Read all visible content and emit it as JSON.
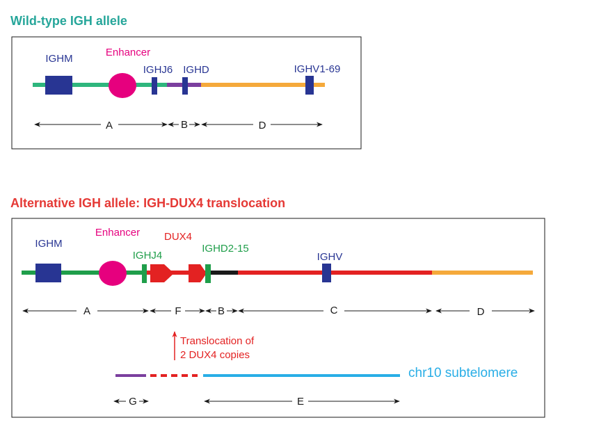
{
  "colors": {
    "teal_title": "#26a69a",
    "red_title": "#e53935",
    "green_line": "#2eb67d",
    "green_dark": "#1f9e4a",
    "navy": "#283593",
    "magenta": "#e6007e",
    "purple": "#7b3f9e",
    "orange": "#f5a93b",
    "red": "#e32222",
    "black": "#1a1a1a",
    "cyan": "#29aee6",
    "green_gene": "#1f9e4a"
  },
  "wildtype": {
    "title": "Wild-type IGH allele",
    "labels": {
      "ighm": "IGHM",
      "enhancer": "Enhancer",
      "ighj6": "IGHJ6",
      "ighd": "IGHD",
      "ighv": "IGHV1-69"
    },
    "regions": {
      "a": "A",
      "b": "B",
      "d": "D"
    }
  },
  "alternative": {
    "title": "Alternative IGH allele: IGH-DUX4 translocation",
    "labels": {
      "ighm": "IGHM",
      "enhancer": "Enhancer",
      "ighj4": "IGHJ4",
      "dux4": "DUX4",
      "ighd": "IGHD2-15",
      "ighv": "IGHV",
      "translocation_line1": "Translocation of",
      "translocation_line2": "2 DUX4 copies",
      "subtelomere": "chr10 subtelomere"
    },
    "regions": {
      "a": "A",
      "f": "F",
      "b": "B",
      "c": "C",
      "d": "D",
      "g": "G",
      "e": "E"
    }
  }
}
